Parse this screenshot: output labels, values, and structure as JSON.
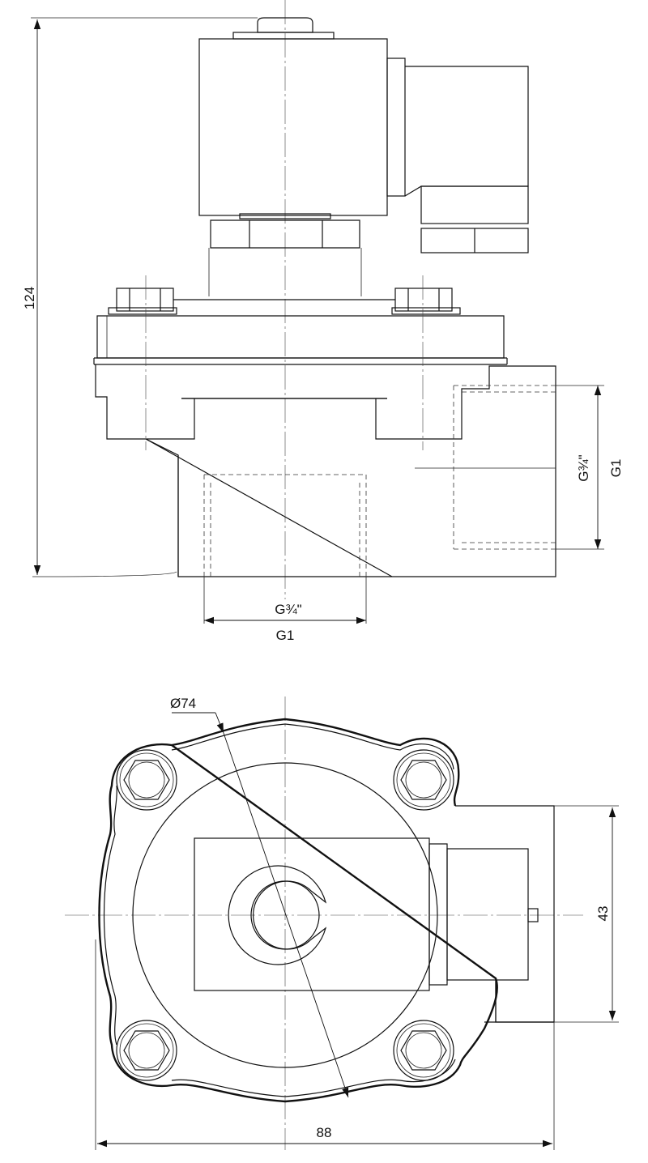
{
  "side_view": {
    "height_dim": "124",
    "port_bottom_inner": "G¾\"",
    "port_bottom_outer": "G1",
    "port_side_inner": "G¾\"",
    "port_side_outer": "G1"
  },
  "top_view": {
    "diameter_dim": "Ø74",
    "width_dim": "88",
    "height_dim": "43"
  }
}
